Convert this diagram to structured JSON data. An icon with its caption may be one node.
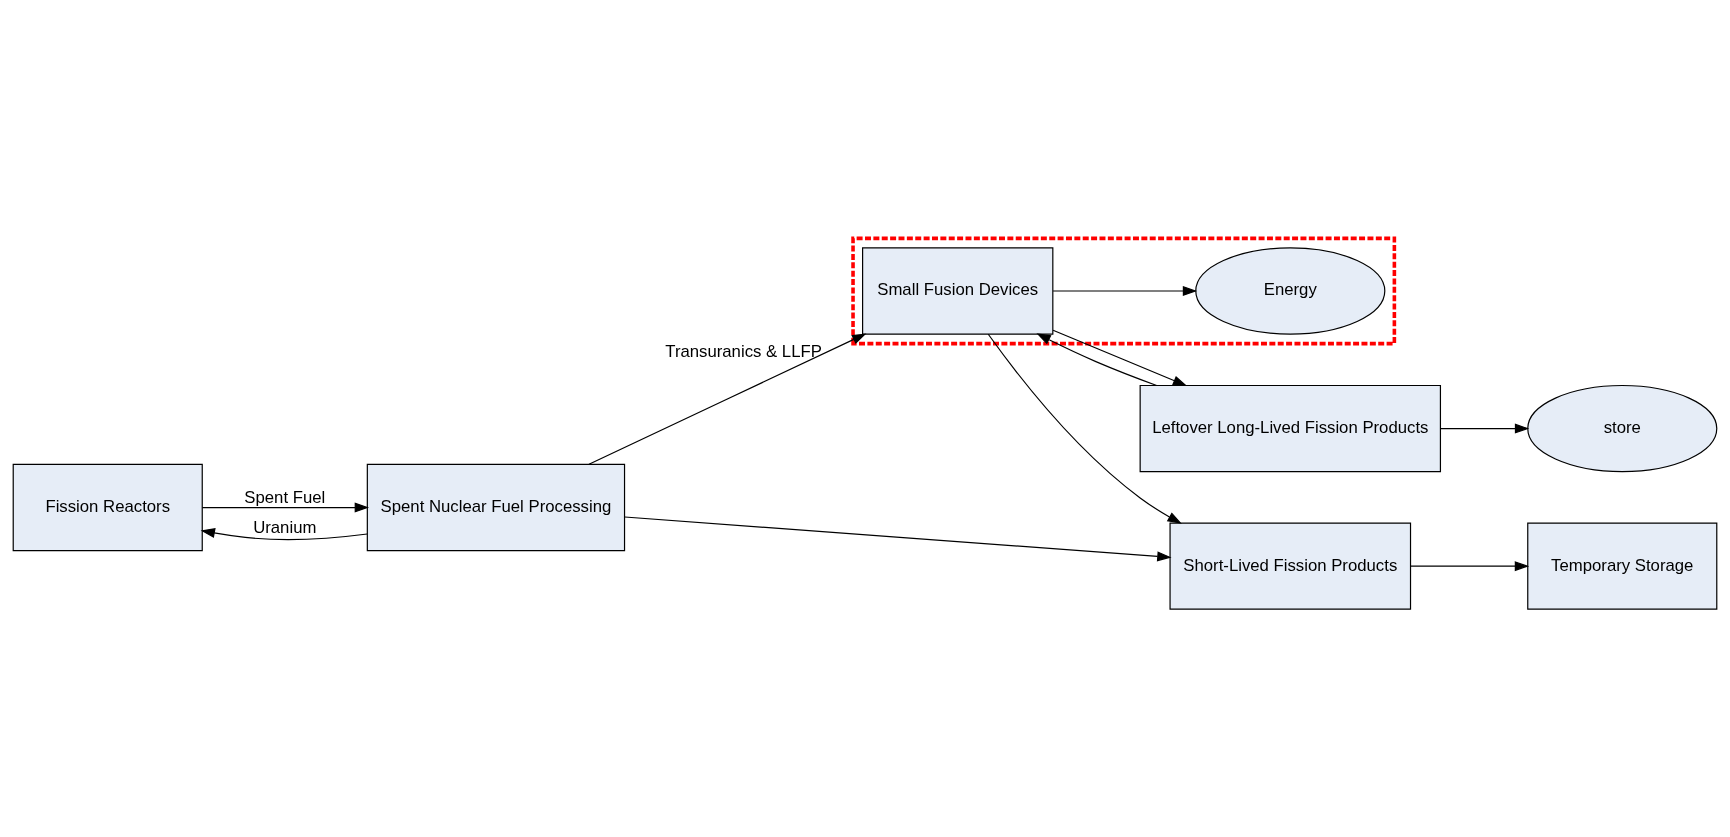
{
  "diagram": {
    "nodes": [
      {
        "text": [
          "Fission Reactors"
        ]
      },
      {
        "text": [
          "Spent Nuclear Fuel Processing"
        ]
      },
      {
        "text": [],
        "shape": "box"
      },
      {
        "text": [
          "Energy"
        ],
        "in": 2
      },
      {
        "text": [
          "Small Fusion Devices"
        ],
        "in": 2
      },
      {
        "text": [
          "Leftover Long-Lived Fission Products"
        ]
      },
      {
        "text": [
          "store"
        ]
      },
      {
        "text": [
          "Short-Lived Fission Products"
        ]
      },
      {
        "text": [
          "Temporary Storage"
        ]
      }
    ],
    "edges": [
      {
        "from": 0,
        "to": 1,
        "arrow": "to",
        "label": "Spent Fuel"
      },
      {
        "from": 1,
        "to": 0,
        "arrow": "to",
        "label": "Uranium"
      },
      {
        "from": 1,
        "to": 4,
        "arrow": "to",
        "label": "Transuranics & LLFP"
      },
      {
        "from": 4,
        "to": 3,
        "arrow": "to"
      },
      {
        "from": 4,
        "to": 5,
        "arrow": "to"
      },
      {
        "from": 5,
        "to": 4,
        "arrow": "to"
      },
      {
        "from": 5,
        "to": 6,
        "arrow": "to"
      },
      {
        "from": 1,
        "to": 7,
        "arrow": "to"
      },
      {
        "from": 4,
        "to": 7,
        "arrow": "to"
      },
      {
        "from": 7,
        "to": 8,
        "arrow": "to"
      }
    ]
  }
}
